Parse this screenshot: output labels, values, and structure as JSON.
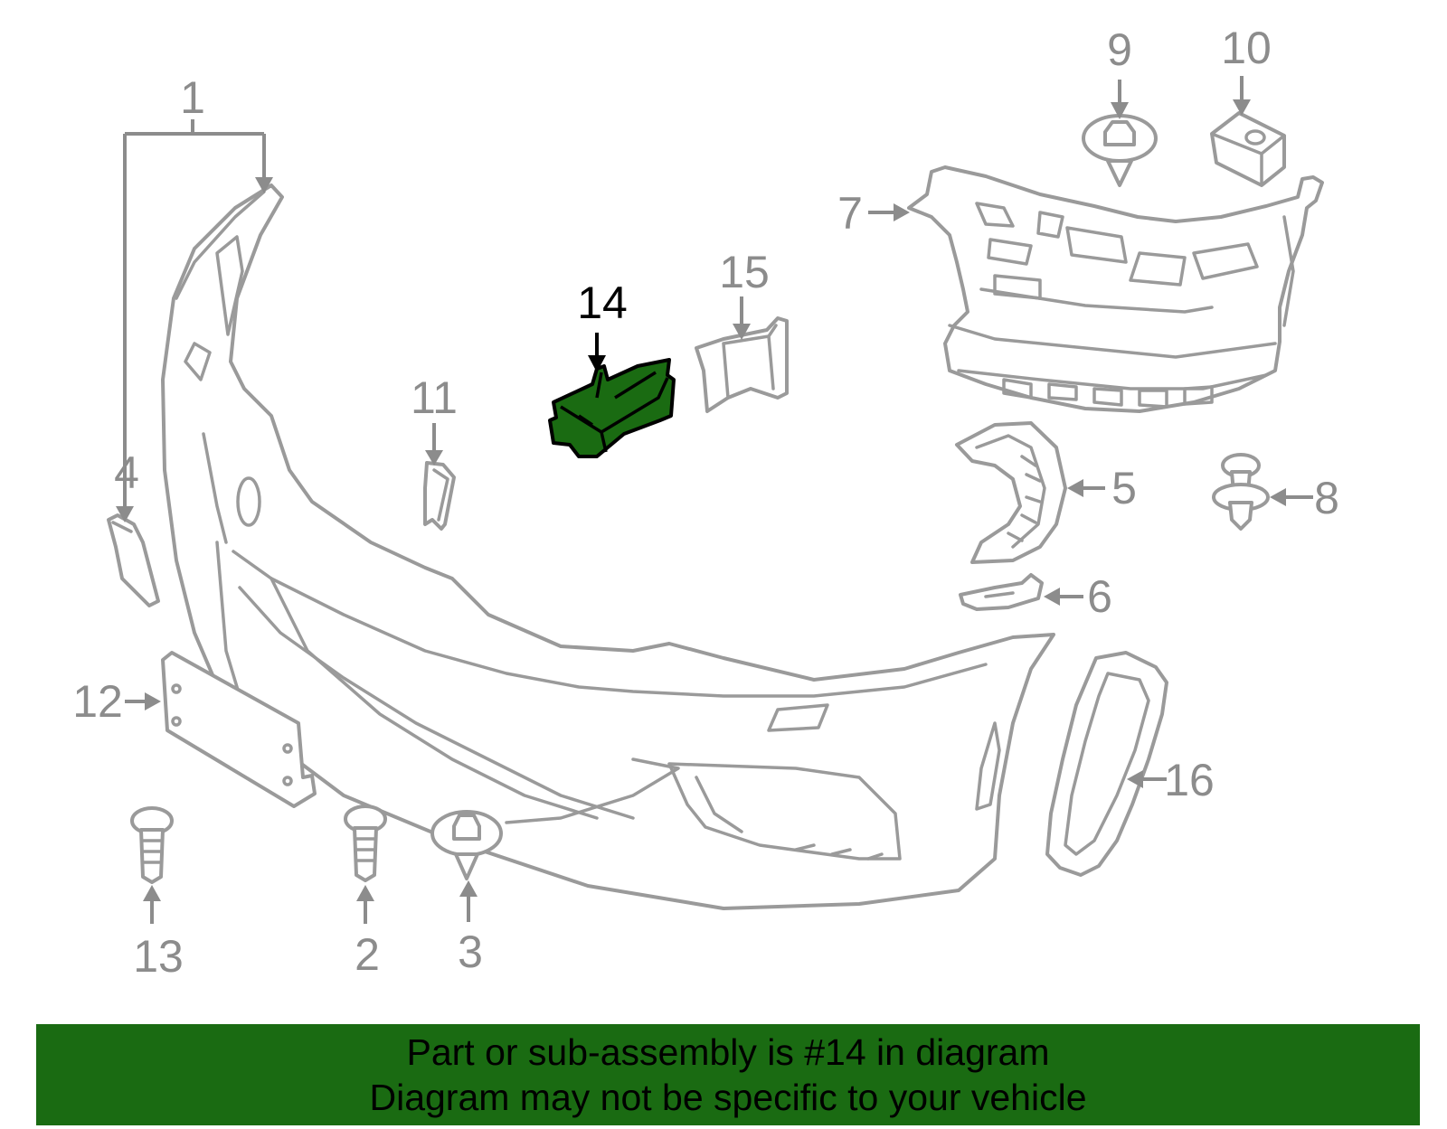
{
  "banner": {
    "line1": "Part or sub-assembly is #14 in diagram",
    "line2": "Diagram may not be specific to your vehicle",
    "background_color": "#1a6b12"
  },
  "diagram": {
    "highlighted_part": "14",
    "highlight_color": "#1a6b12",
    "callouts": {
      "c1": "1",
      "c2": "2",
      "c3": "3",
      "c4": "4",
      "c5": "5",
      "c6": "6",
      "c7": "7",
      "c8": "8",
      "c9": "9",
      "c10": "10",
      "c11": "11",
      "c12": "12",
      "c13": "13",
      "c14": "14",
      "c15": "15",
      "c16": "16"
    }
  }
}
